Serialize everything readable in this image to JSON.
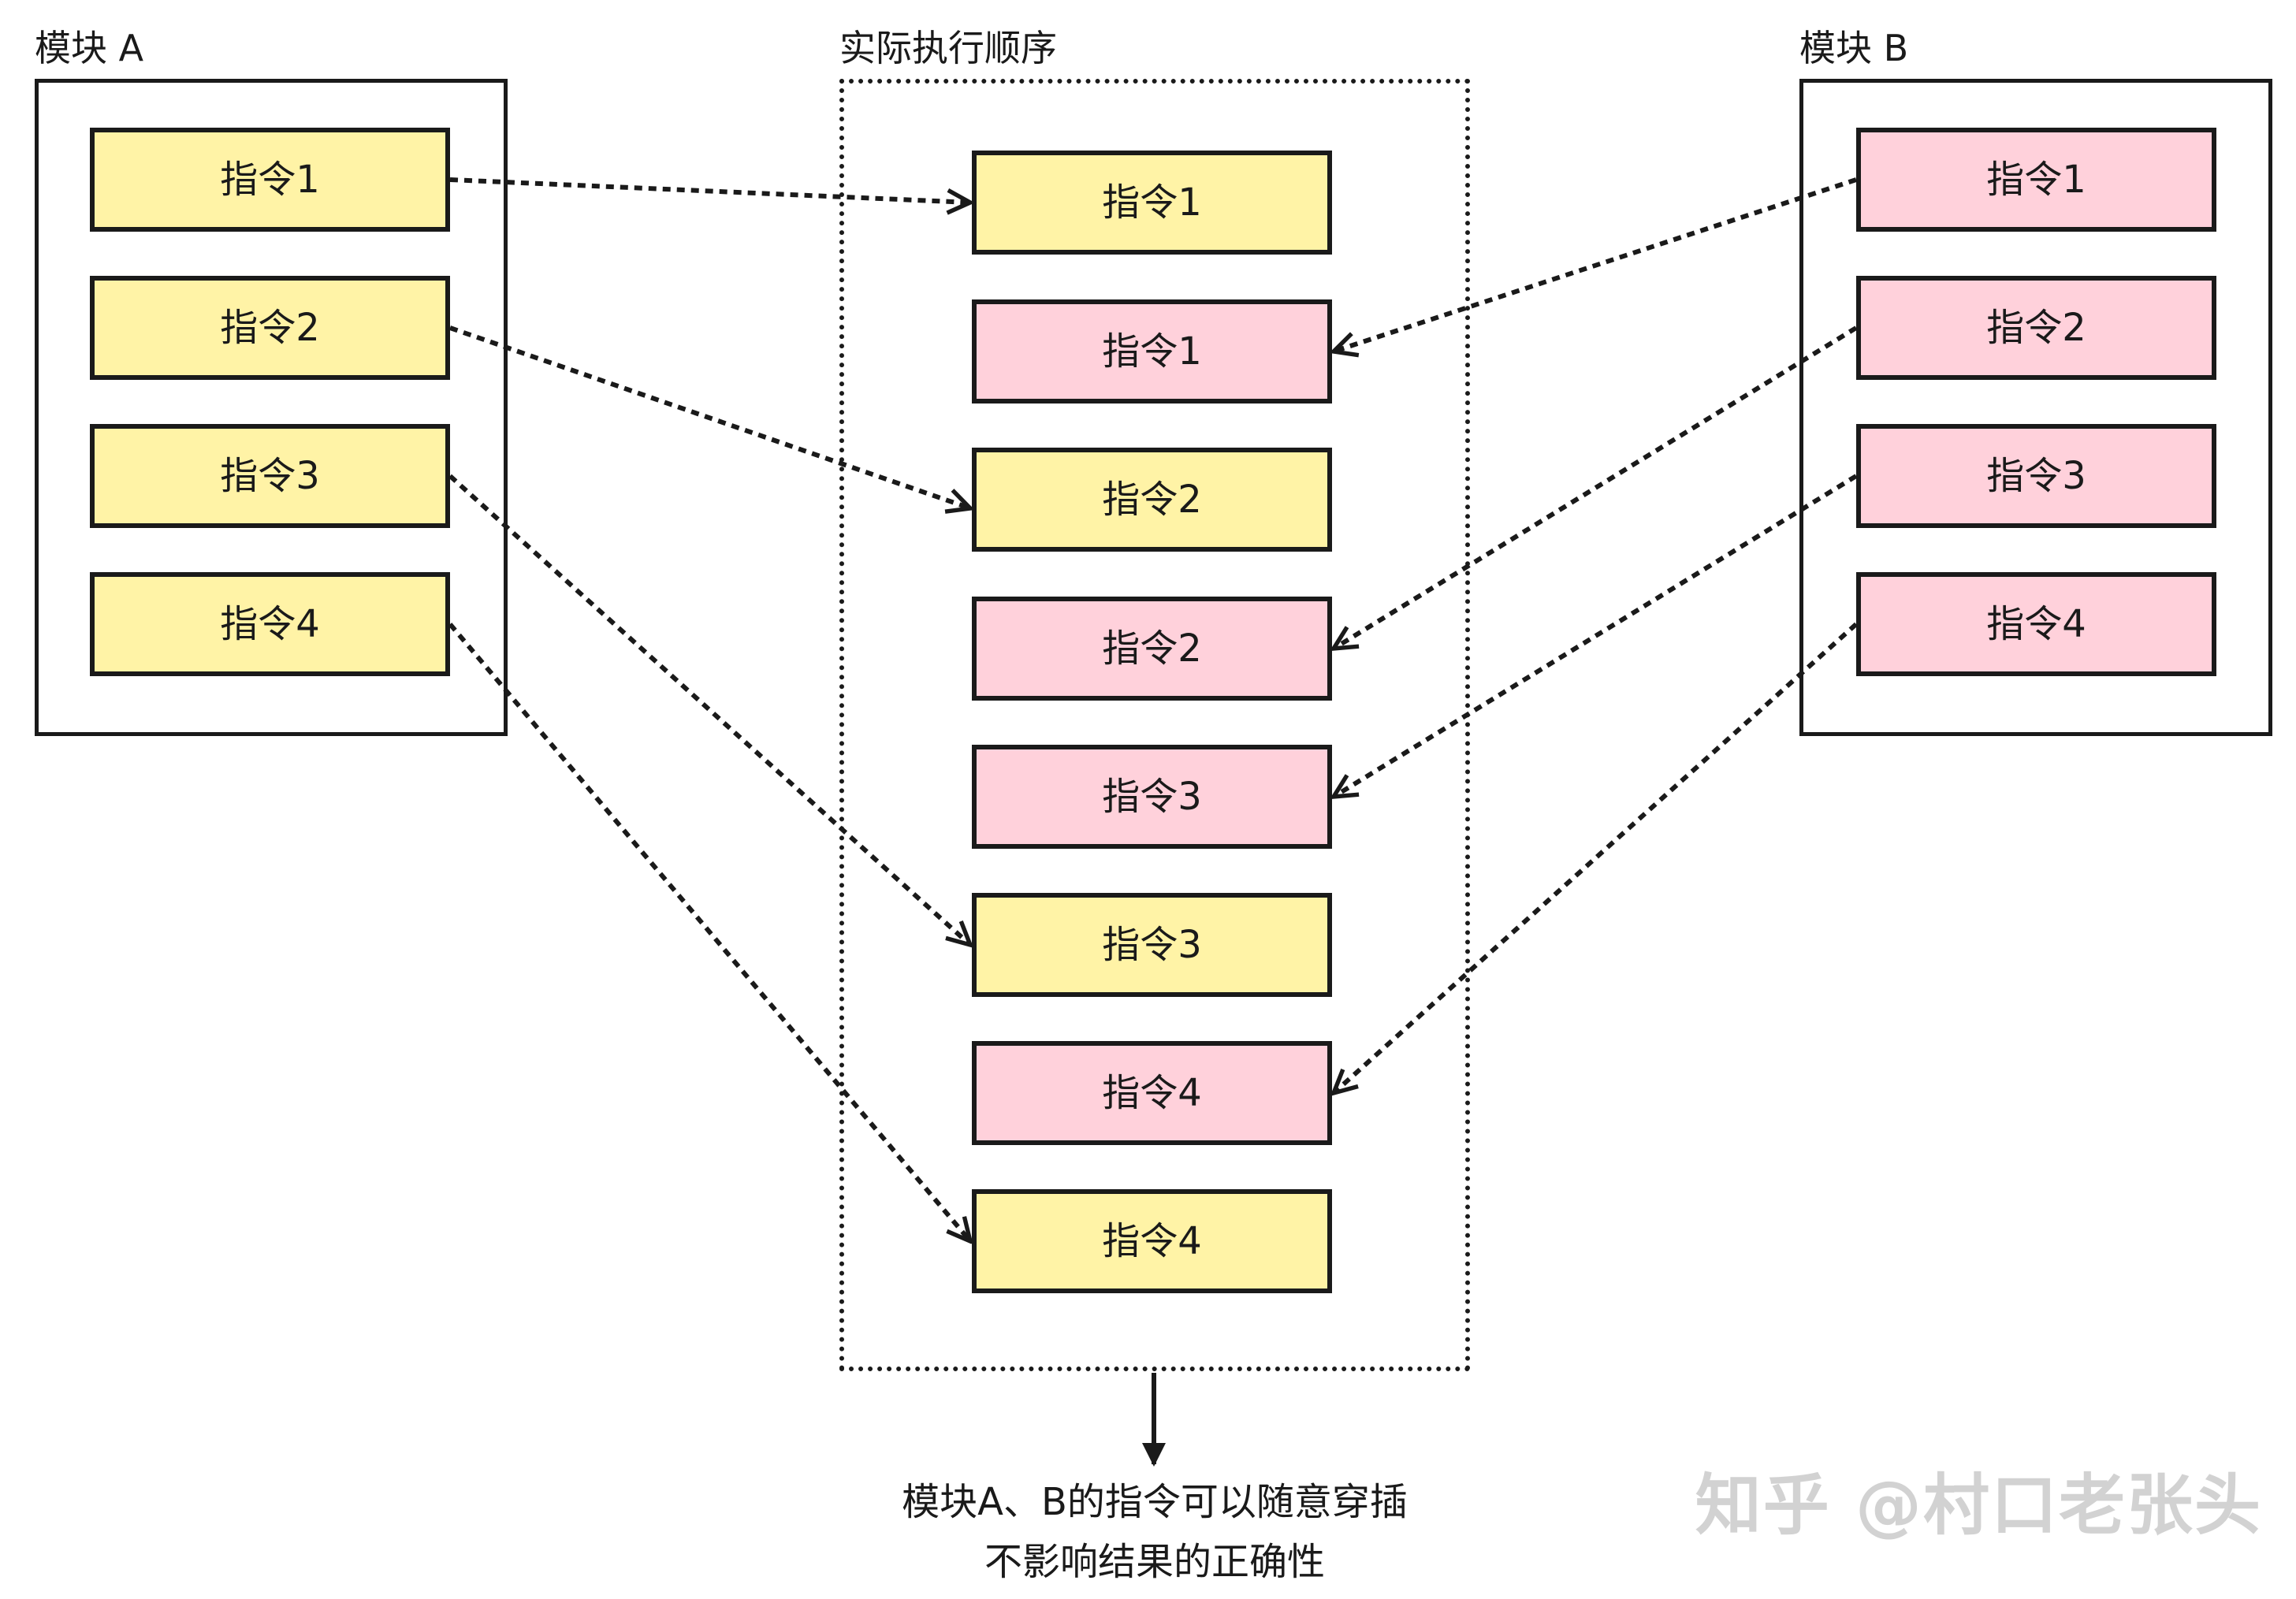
{
  "module_a": {
    "label": "模块 A",
    "instructions": [
      "指令1",
      "指令2",
      "指令3",
      "指令4"
    ],
    "color": "#fff3a6"
  },
  "module_b": {
    "label": "模块 B",
    "instructions": [
      "指令1",
      "指令2",
      "指令3",
      "指令4"
    ],
    "color": "#ffd1db"
  },
  "execution_order": {
    "label": "实际执行顺序",
    "items": [
      {
        "text": "指令1",
        "source": "A"
      },
      {
        "text": "指令1",
        "source": "B"
      },
      {
        "text": "指令2",
        "source": "A"
      },
      {
        "text": "指令2",
        "source": "B"
      },
      {
        "text": "指令3",
        "source": "B"
      },
      {
        "text": "指令3",
        "source": "A"
      },
      {
        "text": "指令4",
        "source": "B"
      },
      {
        "text": "指令4",
        "source": "A"
      }
    ]
  },
  "caption": {
    "line1": "模块A、B的指令可以随意穿插",
    "line2": "不影响结果的正确性"
  },
  "watermark": "知乎 @村口老张头",
  "colors": {
    "module_a_fill": "#fff3a6",
    "module_b_fill": "#ffd1db",
    "stroke": "#1a1a1a"
  }
}
